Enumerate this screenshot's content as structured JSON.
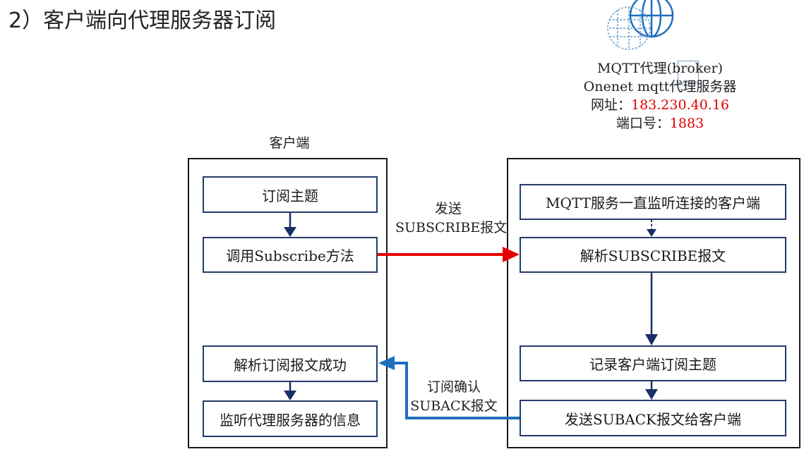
{
  "title": "2）客户端向代理服务器订阅",
  "broker": {
    "line1": "MQTT代理(broker)",
    "line2": "Onenet mqtt代理服务器",
    "address_label": "网址：",
    "address_value": "183.230.40.16",
    "port_label": "端口号：",
    "port_value": "1883"
  },
  "client": {
    "label": "客户端",
    "steps": [
      "订阅主题",
      "调用Subscribe方法",
      "解析订阅报文成功",
      "监听代理服务器的信息"
    ]
  },
  "server": {
    "steps": [
      "MQTT服务一直监听连接的客户端",
      "解析SUBSCRIBE报文",
      "记录客户端订阅主题",
      "发送SUBACK报文给客户端"
    ]
  },
  "send_arrow": {
    "line1": "发送",
    "line2": "SUBSCRIBE报文"
  },
  "ack_arrow": {
    "line1": "订阅确认",
    "line2": "SUBACK报文"
  },
  "colors": {
    "send": "#e60000",
    "ack": "#1f6fbf",
    "box_border": "#243b6a",
    "flow": "#1a2f66"
  }
}
